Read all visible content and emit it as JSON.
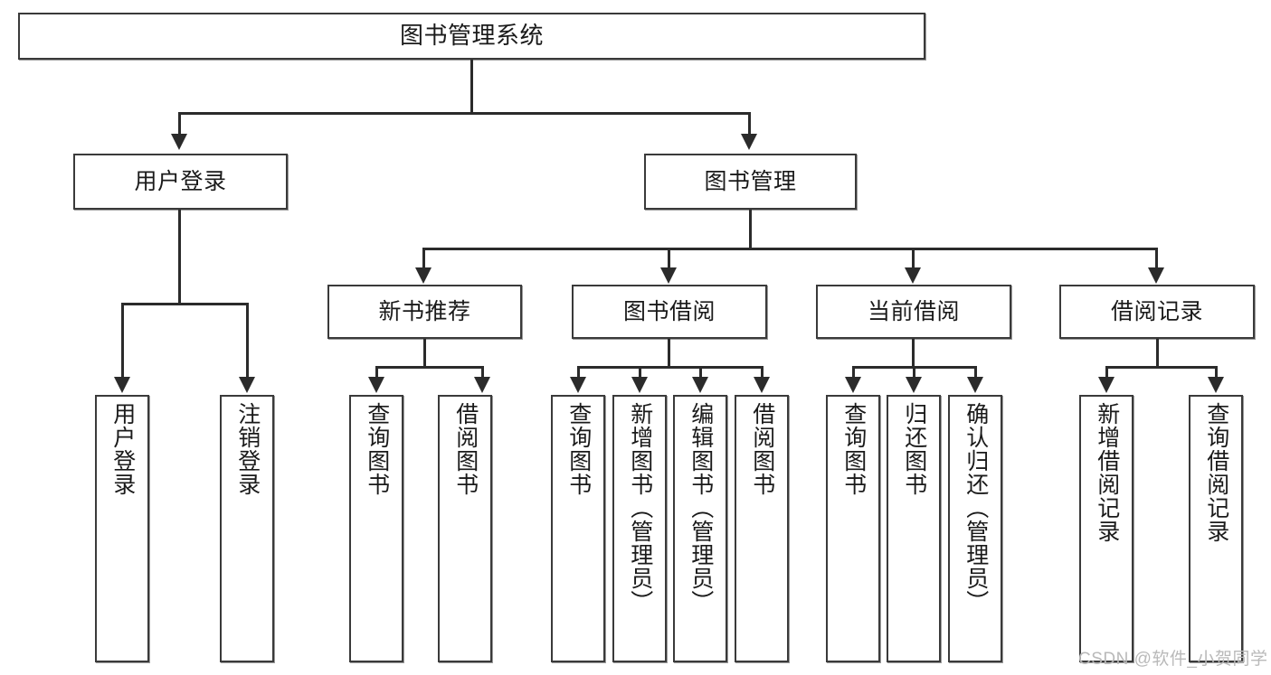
{
  "diagram": {
    "title": "图书管理系统",
    "type": "tree-hierarchy-diagram",
    "root": {
      "label": "图书管理系统"
    },
    "level2": [
      {
        "label": "用户登录"
      },
      {
        "label": "图书管理"
      }
    ],
    "level3": [
      {
        "label": "新书推荐"
      },
      {
        "label": "图书借阅"
      },
      {
        "label": "当前借阅"
      },
      {
        "label": "借阅记录"
      }
    ],
    "leaves": {
      "user_login": [
        {
          "label": "用户登录"
        },
        {
          "label": "注销登录"
        }
      ],
      "new_book_recommend": [
        {
          "label": "查询图书"
        },
        {
          "label": "借阅图书"
        }
      ],
      "book_borrow": [
        {
          "label": "查询图书"
        },
        {
          "label": "新增图书（管理员）"
        },
        {
          "label": "编辑图书（管理员）"
        },
        {
          "label": "借阅图书"
        }
      ],
      "current_borrow": [
        {
          "label": "查询图书"
        },
        {
          "label": "归还图书"
        },
        {
          "label": "确认归还（管理员）"
        }
      ],
      "borrow_record": [
        {
          "label": "新增借阅记录"
        },
        {
          "label": "查询借阅记录"
        }
      ]
    }
  },
  "watermark": {
    "text": "CSDN @软件_小贺同学"
  },
  "colors": {
    "box_border": "#3a3a3a",
    "box_fill": "#ffffff",
    "connector": "#2b2b2b",
    "text": "#1a1a1a",
    "watermark": "#b9b9b9",
    "background": "#ffffff"
  }
}
